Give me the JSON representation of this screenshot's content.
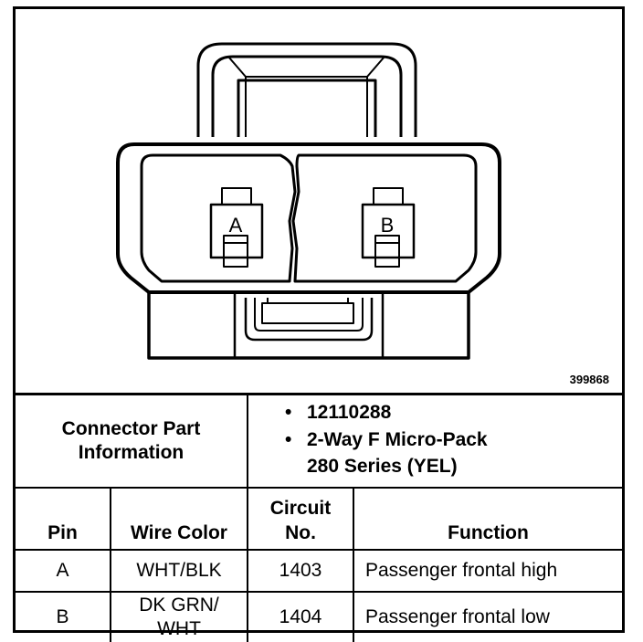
{
  "diagram": {
    "figure_number": "399868",
    "pin_labels": [
      "A",
      "B"
    ]
  },
  "part_info": {
    "label_line1": "Connector Part",
    "label_line2": "Information",
    "part_number": "12110288",
    "description_line1": "2-Way F Micro-Pack",
    "description_line2": "280 Series (YEL)"
  },
  "table": {
    "headers": {
      "pin": "Pin",
      "wire_color": "Wire Color",
      "circuit_line1": "Circuit",
      "circuit_line2": "No.",
      "function": "Function"
    },
    "rows": [
      {
        "pin": "A",
        "wire_line1": "WHT/BLK",
        "wire_line2": "",
        "circuit": "1403",
        "function": "Passenger frontal high"
      },
      {
        "pin": "B",
        "wire_line1": "DK GRN/",
        "wire_line2": "WHT",
        "circuit": "1404",
        "function": "Passenger frontal low"
      }
    ]
  }
}
